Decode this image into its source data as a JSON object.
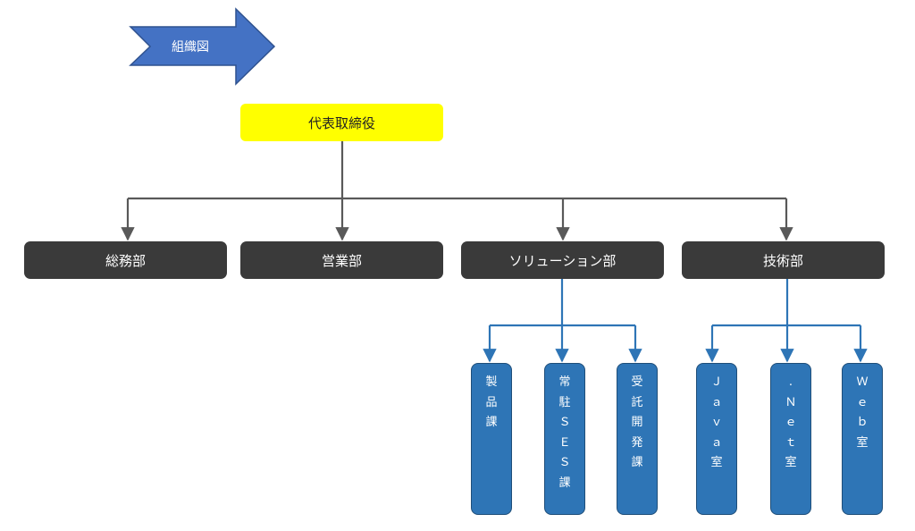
{
  "banner": {
    "label": "組織図"
  },
  "ceo": {
    "label": "代表取締役"
  },
  "departments": [
    {
      "label": "総務部"
    },
    {
      "label": "営業部"
    },
    {
      "label": "ソリューション部"
    },
    {
      "label": "技術部"
    }
  ],
  "solution_sections": [
    {
      "label": "製品課"
    },
    {
      "label": "常駐ＳＥＳ課"
    },
    {
      "label": "受託開発課"
    }
  ],
  "tech_sections": [
    {
      "label": "Ｊａｖａ室"
    },
    {
      "label": ".Ｎｅｔ室"
    },
    {
      "label": "Ｗｅｂ室"
    }
  ],
  "colors": {
    "banner_fill": "#4472c4",
    "ceo_fill": "#ffff00",
    "department_fill": "#3a3a3a",
    "section_fill": "#2e75b6",
    "gray_connector": "#595959",
    "blue_connector": "#2e75b6"
  }
}
